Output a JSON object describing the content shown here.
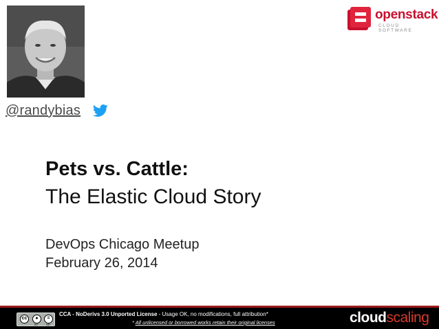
{
  "speaker": {
    "handle": "@randybias"
  },
  "openstack_logo": {
    "name": "openstack",
    "tagline": "CLOUD SOFTWARE",
    "color": "#c8102e"
  },
  "slide": {
    "title_line1": "Pets vs. Cattle:",
    "title_line2": "The Elastic Cloud Story",
    "event": "DevOps Chicago Meetup",
    "date": "February 26, 2014"
  },
  "footer": {
    "license_bold": "CCA - NoDerivs 3.0 Unported License",
    "license_rest": " - Usage OK, no modifications, full attribution*",
    "note_prefix": "* ",
    "note_link": "All unlicensed or borrowed works retain their original licenses",
    "cc_labels": [
      "cc",
      "BY",
      "ND"
    ],
    "brand_part1": "cloud",
    "brand_part2": "scaling",
    "brand_accent": "#d33a2c",
    "bar_accent": "#9c1b1b"
  },
  "icons": {
    "twitter": "twitter-bird-icon",
    "cc": "creative-commons-icon",
    "by": "attribution-icon",
    "nd": "no-derivatives-icon"
  }
}
